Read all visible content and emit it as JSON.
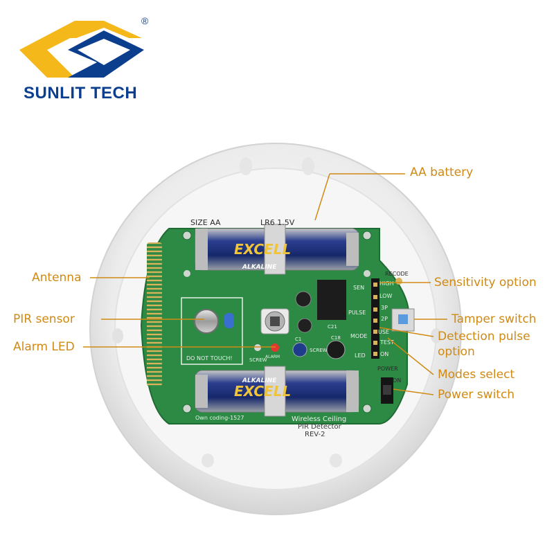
{
  "brand": {
    "name": "SUNLIT TECH",
    "registered_mark": "®",
    "colors": {
      "yellow": "#f4b81b",
      "blue": "#0c3e8e"
    }
  },
  "callouts": {
    "aa_battery": "AA battery",
    "antenna": "Antenna",
    "pir_sensor": "PIR sensor",
    "alarm_led": "Alarm LED",
    "sensitivity_option": "Sensitivity option",
    "tamper_switch": "Tamper switch",
    "detection_pulse_line1": "Detection pulse",
    "detection_pulse_line2": "option",
    "modes_select": "Modes select",
    "power_switch": "Power switch",
    "color": "#d08a14"
  },
  "pcb": {
    "battery_size_label": "SIZE AA",
    "battery_type_label": "LR6 1.5V",
    "battery_brand": "EXCELL",
    "battery_sub": "ALKALINE",
    "do_not_touch": "DO NOT TOUCH!",
    "sen": "SEN",
    "high": "HIGH",
    "low": "LOW",
    "pulse": "PULSE",
    "p3": "3P",
    "p2": "2P",
    "mode": "MODE",
    "use": "USE",
    "test": "TEST",
    "led": "LED",
    "on": "ON",
    "recode": "RECODE",
    "power": "POWER",
    "power_on": "ON",
    "screw": "SCREW",
    "alarm": "ALARM",
    "c21": "C21",
    "c1": "C1",
    "c18": "C18",
    "own_coding": "Own coding-1527",
    "product_line1": "Wireless Ceiling",
    "product_line2": "PIR Detector",
    "product_line3": "REV-2",
    "colors": {
      "board": "#2c8a45",
      "housing": "#f1f1f1",
      "battery_blue": "#1e3c8c"
    }
  }
}
